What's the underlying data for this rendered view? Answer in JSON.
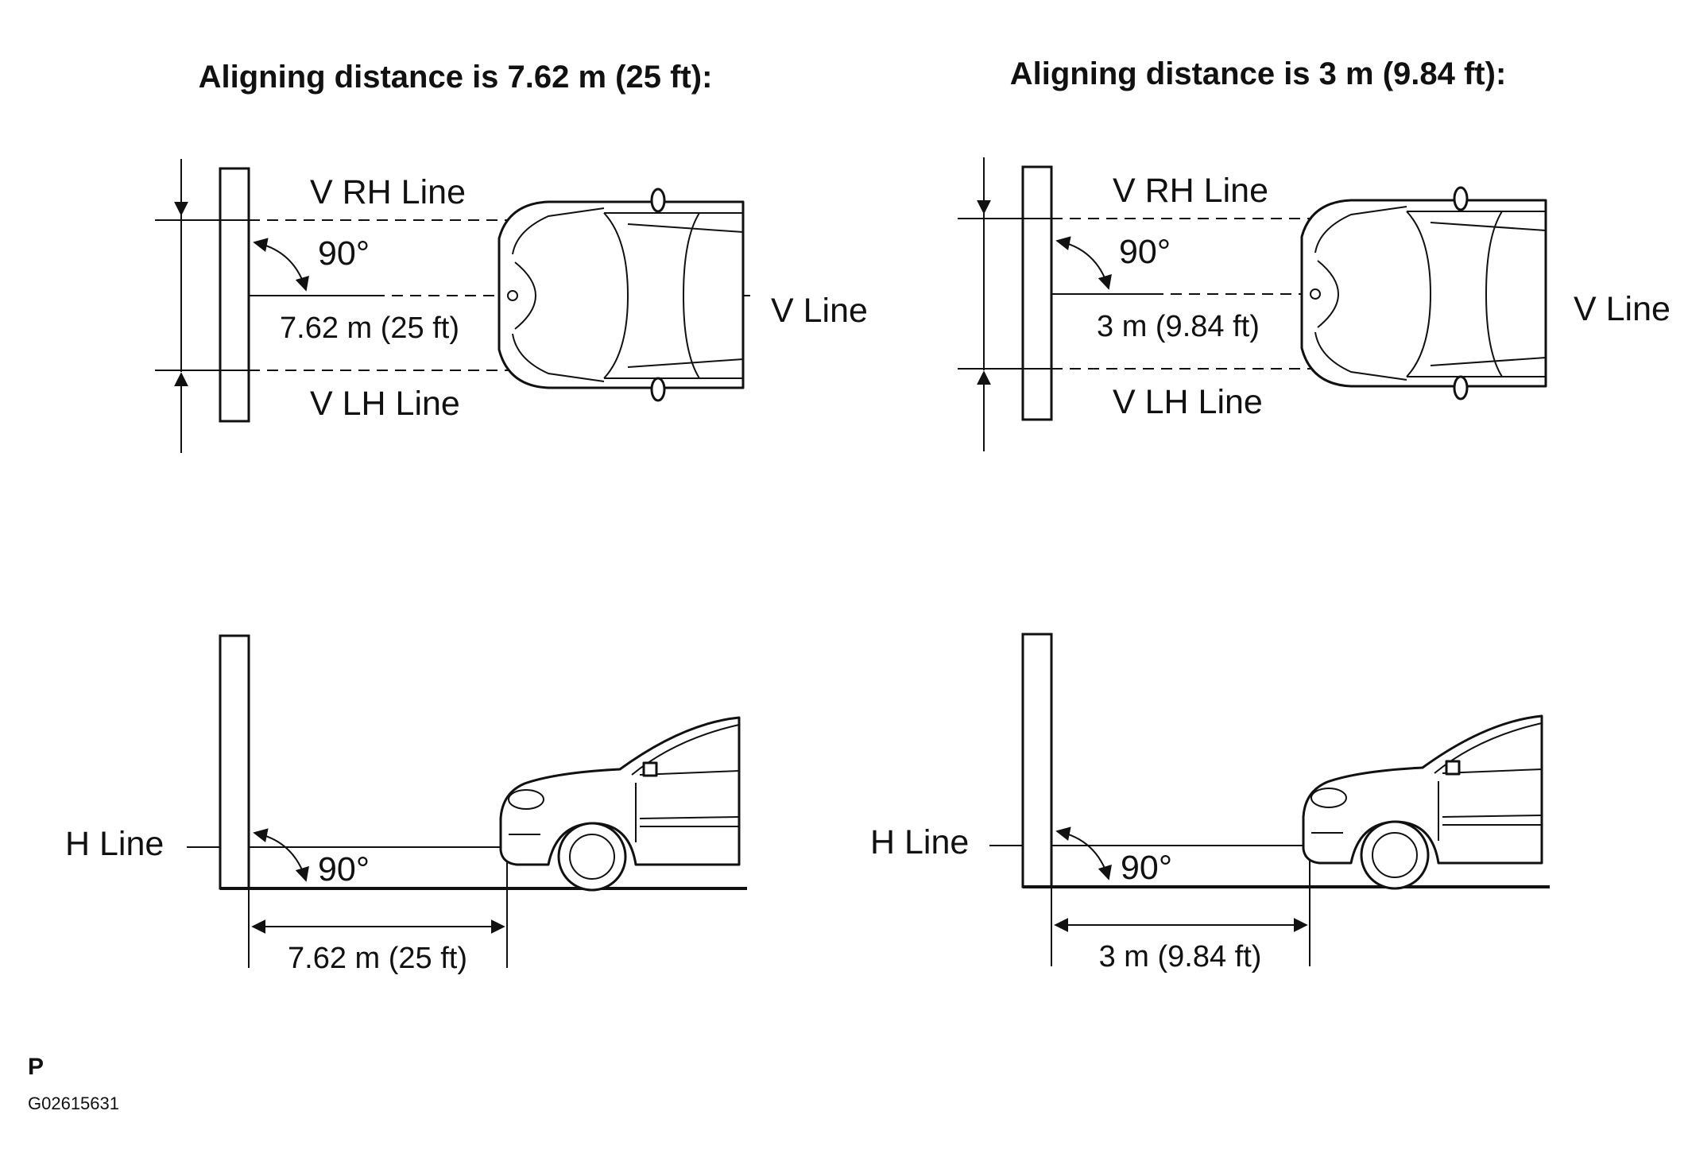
{
  "panels": [
    {
      "title": "Aligning distance is 7.62 m (25 ft):",
      "v_rh_label": "V RH Line",
      "v_lh_label": "V LH Line",
      "v_line_label": "V Line",
      "angle_top": "90°",
      "distance_top": "7.62 m (25 ft)",
      "h_line_label": "H Line",
      "angle_bottom": "90°",
      "distance_bottom": "7.62 m (25 ft)"
    },
    {
      "title": "Aligning distance is 3 m (9.84 ft):",
      "v_rh_label": "V RH Line",
      "v_lh_label": "V LH Line",
      "v_line_label": "V Line",
      "angle_top": "90°",
      "distance_top": "3 m (9.84 ft)",
      "h_line_label": "H Line",
      "angle_bottom": "90°",
      "distance_bottom": "3 m (9.84 ft)"
    }
  ],
  "footer": {
    "letter": "P",
    "code": "G02615631"
  }
}
